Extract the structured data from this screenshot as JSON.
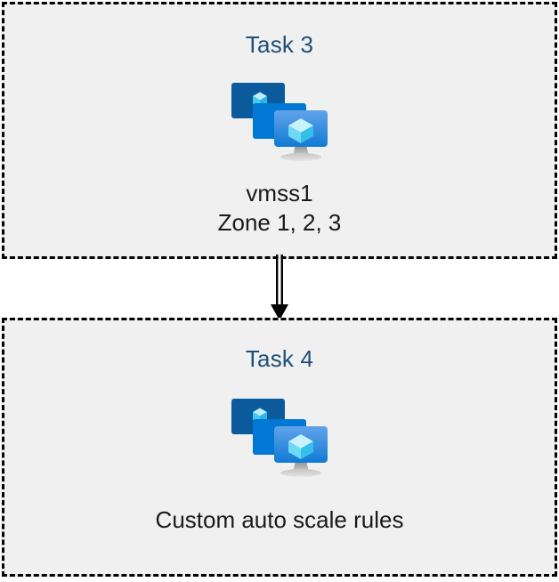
{
  "diagram": {
    "background_color": "#ffffff",
    "panel_fill": "#f0f0f0",
    "panel_border_color": "#000000",
    "title_color": "#1f4e79",
    "caption_color": "#1a1a1a"
  },
  "panels": [
    {
      "id": "task-3",
      "title": "Task 3",
      "icon": "vmss-icon",
      "captions": [
        "vmss1",
        "Zone 1, 2, 3"
      ]
    },
    {
      "id": "task-4",
      "title": "Task 4",
      "icon": "vmss-icon",
      "captions": [
        "Custom auto scale rules"
      ]
    }
  ],
  "connector": {
    "icon": "down-arrow-icon",
    "from": "Task 3",
    "to": "Task 4",
    "style": "double-line-with-arrowhead",
    "color": "#000000"
  },
  "icon_colors": {
    "monitor_back": "#0a5a9c",
    "monitor_middle": "#0078d4",
    "monitor_front_top": "#5fa0e8",
    "monitor_front_bottom": "#0f7bd4",
    "cube_light": "#c8f0fb",
    "cube_mid": "#6fd8f5",
    "cube_dark": "#2ec5ee",
    "stand": "#a8a8a8"
  }
}
